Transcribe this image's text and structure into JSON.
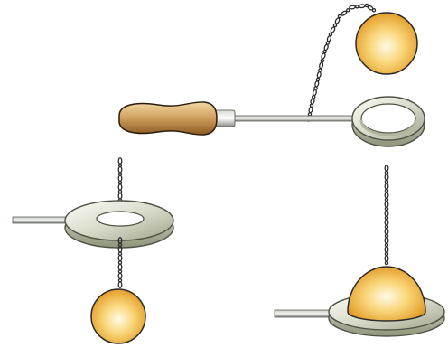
{
  "figure": {
    "panels": [
      {
        "id": "apparatus",
        "description_visible_text": ""
      },
      {
        "id": "ball-through-ring",
        "description_visible_text": ""
      },
      {
        "id": "ball-on-ring",
        "description_visible_text": ""
      }
    ],
    "colors": {
      "ball_light": "#fff8d8",
      "ball_mid": "#f5c24a",
      "ball_dark": "#c98a1c",
      "ring_light": "#f4f6ec",
      "ring_dark": "#a9ae96",
      "ring_edge": "#6f745f",
      "rod": "#8e9189",
      "handle_light": "#e7c28a",
      "handle_dark": "#8a5a22",
      "chain": "#2b2b2b"
    },
    "icons": [
      "wooden-handle",
      "metal-rod",
      "metal-ring",
      "metal-ball",
      "chain"
    ]
  }
}
